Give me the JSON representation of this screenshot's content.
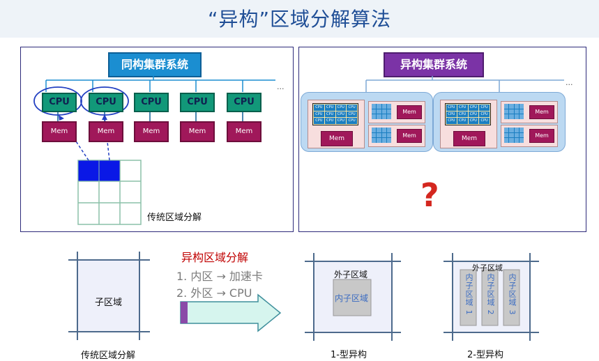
{
  "title": "“异构”区域分解算法",
  "left_panel": {
    "title": "同构集群系统",
    "cpu_label": "CPU",
    "mem_label": "Mem",
    "ellipsis": "...",
    "grid_caption": "传统区域分解"
  },
  "right_panel": {
    "title": "异构集群系统",
    "cpu_label": "CPU",
    "mem_label": "Mem",
    "ellipsis": "...",
    "question": "?"
  },
  "bottom": {
    "traditional_label": "子区域",
    "traditional_caption": "传统区域分解",
    "method_title": "异构区域分解",
    "step1": "1. 内区 → 加速卡",
    "step2": "2. 外区 → CPU",
    "type1_outer": "外子区域",
    "type1_inner": "内子区域",
    "type1_caption": "1-型异构",
    "type2_outer": "外子区域",
    "type2_inner": [
      "内子区域 1",
      "内子区域 2",
      "内子区域 3"
    ],
    "type2_caption": "2-型异构"
  },
  "colors": {
    "cpu": "#129879",
    "mem": "#a0185a",
    "homog_title": "#1b8ed1",
    "heter_title": "#7b33a6",
    "accent_red": "#c00000",
    "question": "#d4271f"
  }
}
